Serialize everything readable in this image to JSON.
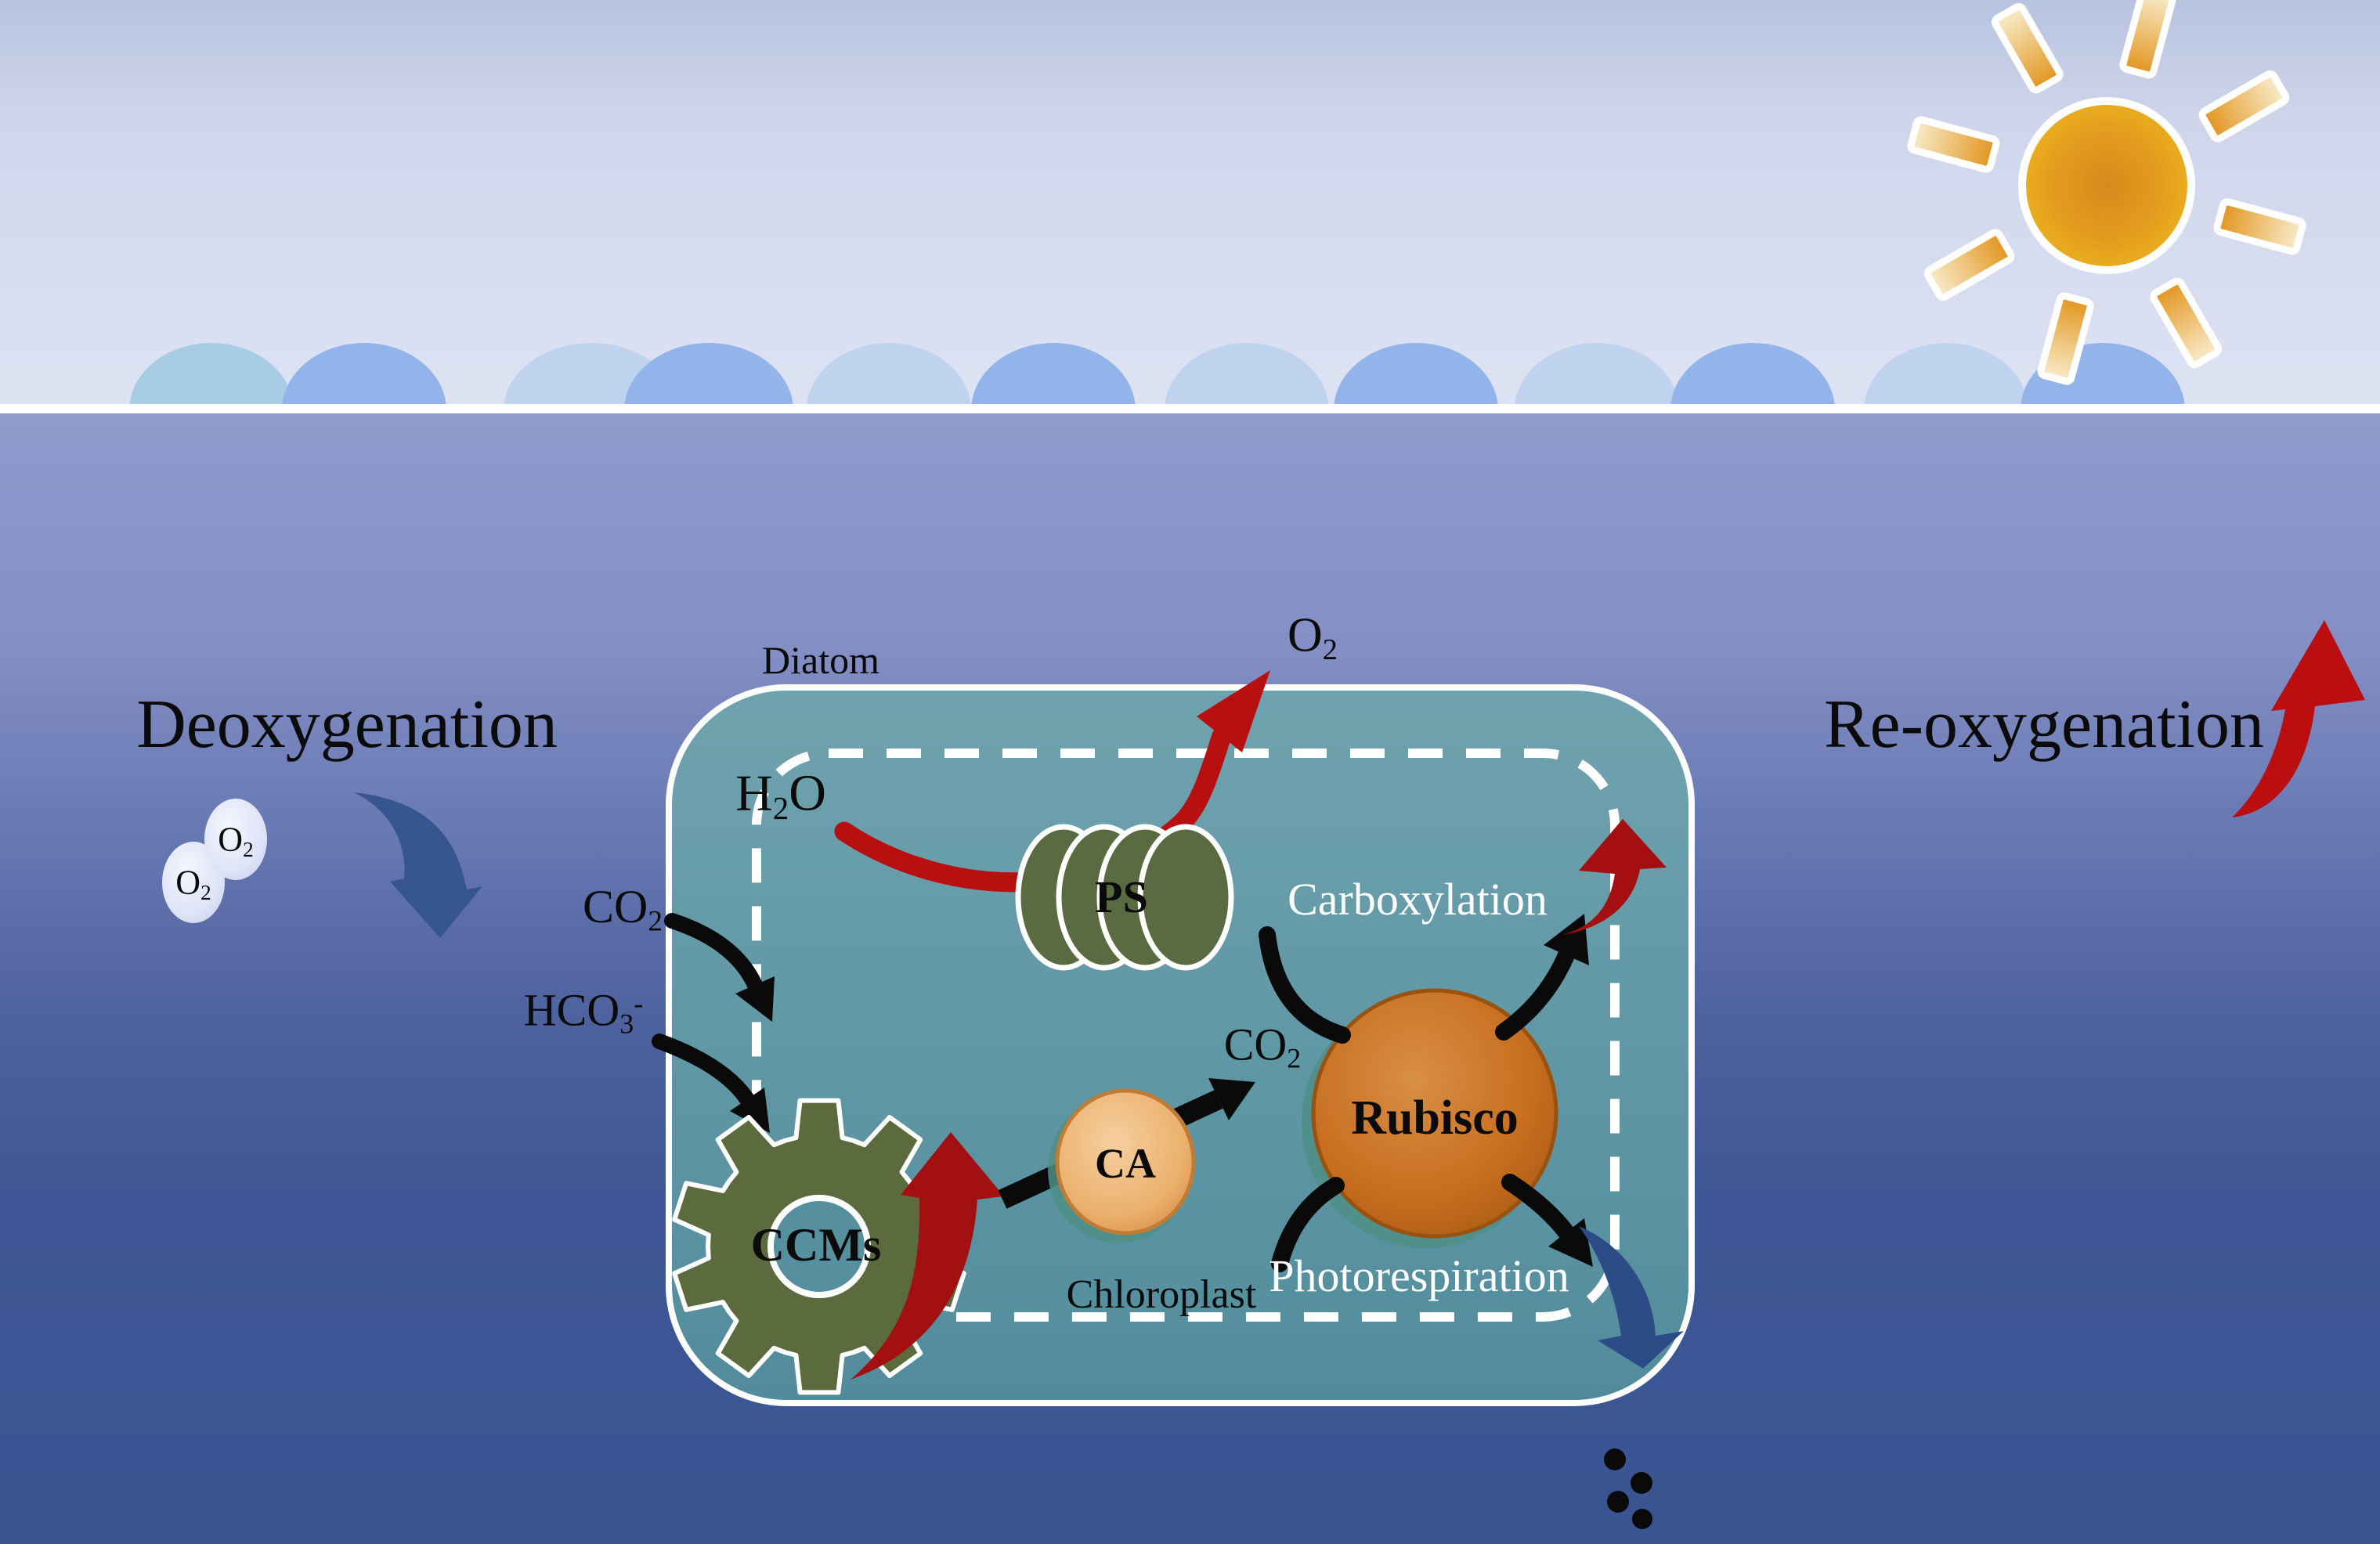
{
  "left_zone": {
    "title": "Deoxygenation",
    "bubbles": [
      {
        "base": "O",
        "sub": "2"
      },
      {
        "base": "O",
        "sub": "2"
      }
    ]
  },
  "right_zone": {
    "title": "Re-oxygenation"
  },
  "surface": {
    "o2": {
      "base": "O",
      "sub": "2"
    }
  },
  "inputs": {
    "co2": {
      "base": "CO",
      "sub": "2"
    },
    "hco3": {
      "base": "HCO",
      "sub": "3",
      "sup": "-"
    }
  },
  "diatom": {
    "label": "Diatom",
    "chloroplast_label": "Chloroplast",
    "h2o": {
      "pre": "H",
      "sub": "2",
      "post": "O"
    },
    "ps": "PS",
    "ccms": "CCMs",
    "ca": "CA",
    "rubisco": "Rubisco",
    "co2": {
      "base": "CO",
      "sub": "2"
    },
    "carboxylation": "Carboxylation",
    "photorespiration": "Photorespiration"
  },
  "icons": {
    "sun-icon": "orange disc with 8 gradient rays",
    "wave-crest": "blue dome on waterline",
    "o2-bubble": "pale lavender bubble",
    "thylakoid-stack-icon": "four overlapping olive-green discs",
    "ccms-gear-icon": "ten-tooth olive gear with hollow center",
    "ca-circle": "tan sphere",
    "rubisco-circle": "orange sphere",
    "sinking-particles": "four black dots",
    "red-arrow": "curved red swoosh arrow",
    "blue-arrow": "curved dark-blue swoosh arrow"
  },
  "colors": {
    "sky_top": "#b9c3df",
    "sky_bottom": "#dee3f3",
    "water_top": "#8e9bcd",
    "water_deep": "#3a5492",
    "surface_line": "#ffffff",
    "wave_light": "#c0d3ee",
    "wave_medium": "#92b4ea",
    "wave_cyan": "#a8cce4",
    "cell_teal_top": "#6fa3ae",
    "cell_teal_bottom": "#528c9c",
    "gear_green": "#5c6b3e",
    "ps_green": "#5a6b41",
    "rubisco_orange": "#c26a1c",
    "ca_tan": "#e6a45f",
    "red_arrow": "#b30e10",
    "deep_red_arrow": "#a21012",
    "blue_arrow": "#375691",
    "deep_blue_arrow": "#2d4c87",
    "sun_core": "#e29d1d",
    "text_black": "#0b0b0b",
    "text_white": "#ffffff"
  }
}
